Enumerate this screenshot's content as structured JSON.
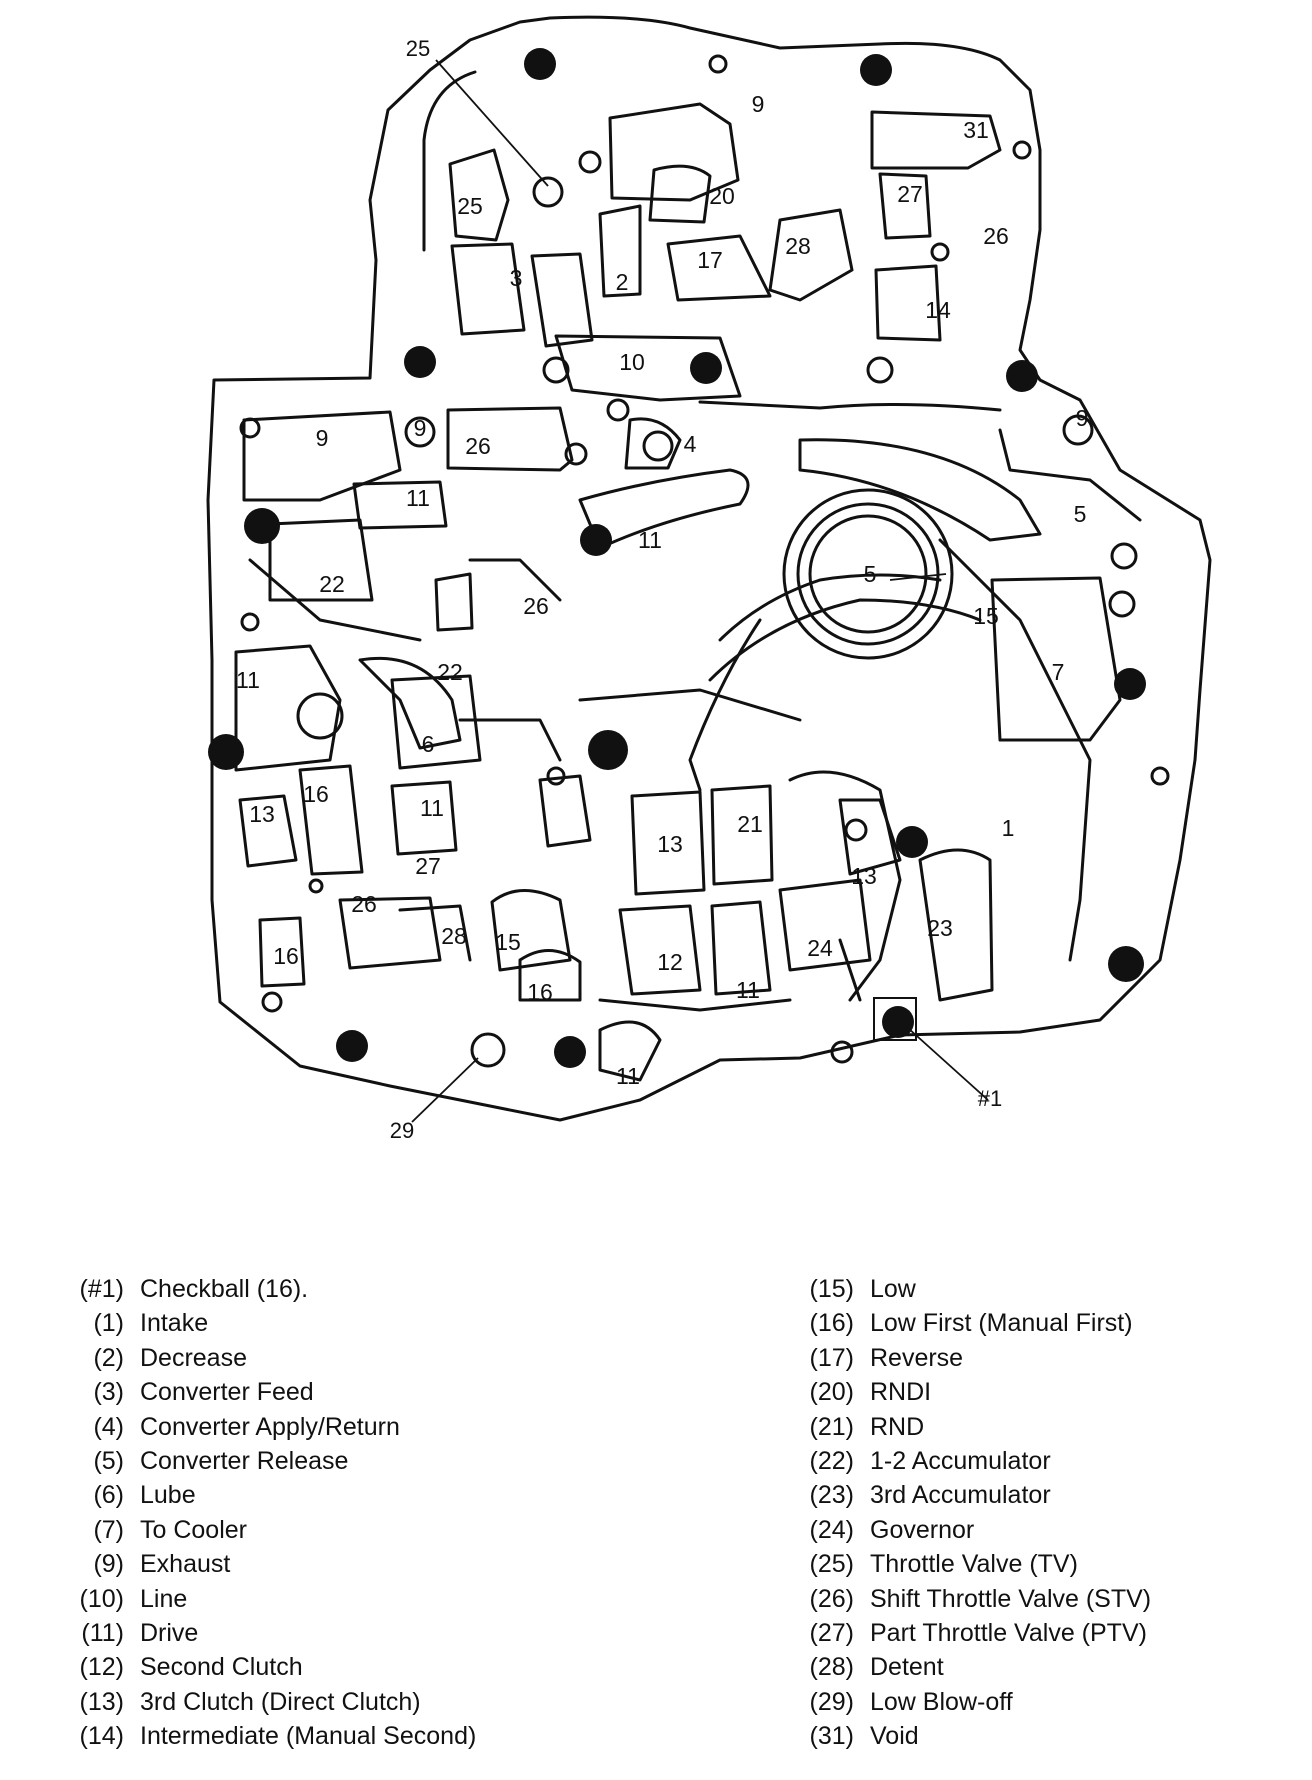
{
  "diagram": {
    "labels": [
      {
        "id": "c25a",
        "text": "25"
      },
      {
        "id": "c9a",
        "text": "9"
      },
      {
        "id": "c31",
        "text": "31"
      },
      {
        "id": "c25b",
        "text": "25"
      },
      {
        "id": "c20",
        "text": "20"
      },
      {
        "id": "c27a",
        "text": "27"
      },
      {
        "id": "c26a",
        "text": "26"
      },
      {
        "id": "c3",
        "text": "3"
      },
      {
        "id": "c2",
        "text": "2"
      },
      {
        "id": "c17",
        "text": "17"
      },
      {
        "id": "c28a",
        "text": "28"
      },
      {
        "id": "c14",
        "text": "14"
      },
      {
        "id": "c10",
        "text": "10"
      },
      {
        "id": "c9b",
        "text": "9"
      },
      {
        "id": "c9c",
        "text": "9"
      },
      {
        "id": "c26b",
        "text": "26"
      },
      {
        "id": "c4",
        "text": "4"
      },
      {
        "id": "c9d",
        "text": "9"
      },
      {
        "id": "c11a",
        "text": "11"
      },
      {
        "id": "c11b",
        "text": "11"
      },
      {
        "id": "c5a",
        "text": "5"
      },
      {
        "id": "c5b",
        "text": "5"
      },
      {
        "id": "c22a",
        "text": "22"
      },
      {
        "id": "c26c",
        "text": "26"
      },
      {
        "id": "c15a",
        "text": "15"
      },
      {
        "id": "c7",
        "text": "7"
      },
      {
        "id": "c22b",
        "text": "22"
      },
      {
        "id": "c11c",
        "text": "11"
      },
      {
        "id": "c6",
        "text": "6"
      },
      {
        "id": "c16a",
        "text": "16"
      },
      {
        "id": "c13a",
        "text": "13"
      },
      {
        "id": "c11d",
        "text": "11"
      },
      {
        "id": "c13b",
        "text": "13"
      },
      {
        "id": "c21",
        "text": "21"
      },
      {
        "id": "c1",
        "text": "1"
      },
      {
        "id": "c27b",
        "text": "27"
      },
      {
        "id": "c13c",
        "text": "13"
      },
      {
        "id": "c26d",
        "text": "26"
      },
      {
        "id": "c23",
        "text": "23"
      },
      {
        "id": "c28b",
        "text": "28"
      },
      {
        "id": "c15b",
        "text": "15"
      },
      {
        "id": "c12",
        "text": "12"
      },
      {
        "id": "c24",
        "text": "24"
      },
      {
        "id": "c16b",
        "text": "16"
      },
      {
        "id": "c16c",
        "text": "16"
      },
      {
        "id": "c11e",
        "text": "11"
      },
      {
        "id": "c11f",
        "text": "11"
      },
      {
        "id": "cball",
        "text": "#1"
      },
      {
        "id": "c29",
        "text": "29"
      }
    ]
  },
  "legend": {
    "left": [
      {
        "code": "(#1)",
        "label": "Checkball (16)."
      },
      {
        "code": "(1)",
        "label": "Intake"
      },
      {
        "code": "(2)",
        "label": "Decrease"
      },
      {
        "code": "(3)",
        "label": "Converter Feed"
      },
      {
        "code": "(4)",
        "label": "Converter Apply/Return"
      },
      {
        "code": "(5)",
        "label": "Converter Release"
      },
      {
        "code": "(6)",
        "label": "Lube"
      },
      {
        "code": "(7)",
        "label": "To Cooler"
      },
      {
        "code": "(9)",
        "label": "Exhaust"
      },
      {
        "code": "(10)",
        "label": "Line"
      },
      {
        "code": "(11)",
        "label": "Drive"
      },
      {
        "code": "(12)",
        "label": "Second Clutch"
      },
      {
        "code": "(13)",
        "label": "3rd Clutch (Direct Clutch)"
      },
      {
        "code": "(14)",
        "label": "Intermediate (Manual Second)"
      }
    ],
    "right": [
      {
        "code": "(15)",
        "label": "Low"
      },
      {
        "code": "(16)",
        "label": "Low First (Manual First)"
      },
      {
        "code": "(17)",
        "label": "Reverse"
      },
      {
        "code": "(20)",
        "label": "RNDI"
      },
      {
        "code": "(21)",
        "label": "RND"
      },
      {
        "code": "(22)",
        "label": "1-2 Accumulator"
      },
      {
        "code": "(23)",
        "label": "3rd Accumulator"
      },
      {
        "code": "(24)",
        "label": "Governor"
      },
      {
        "code": "(25)",
        "label": "Throttle Valve (TV)"
      },
      {
        "code": "(26)",
        "label": "Shift Throttle Valve (STV)"
      },
      {
        "code": "(27)",
        "label": "Part Throttle Valve (PTV)"
      },
      {
        "code": "(28)",
        "label": "Detent"
      },
      {
        "code": "(29)",
        "label": "Low Blow-off"
      },
      {
        "code": "(31)",
        "label": "Void"
      }
    ]
  }
}
